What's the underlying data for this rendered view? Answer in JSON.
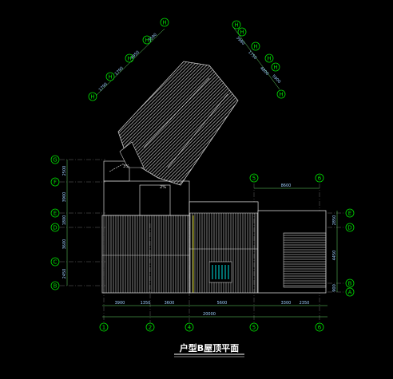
{
  "drawing": {
    "title": "户型B屋顶平面",
    "notes": {
      "slope_upper": "3%",
      "slope_lower": "2%"
    }
  },
  "axes": {
    "bottom": [
      "1",
      "2",
      "4",
      "5",
      "6"
    ],
    "left": [
      "G",
      "F",
      "E",
      "D",
      "C",
      "B"
    ],
    "right": [
      "E",
      "D",
      "B",
      "A"
    ],
    "top_right_stair": [
      "5",
      "6"
    ],
    "diag_left": [
      "H",
      "H",
      "H",
      "H",
      "H"
    ],
    "diag_right": [
      "H",
      "H",
      "H",
      "H",
      "H",
      "H"
    ]
  },
  "dims": {
    "bottom_segments": [
      "3900",
      "1350",
      "3600",
      "5600",
      "3300",
      "2350"
    ],
    "bottom_total": "20000",
    "left_segments": [
      "2500",
      "3900",
      "1800",
      "3600",
      "2450"
    ],
    "right_segments": [
      "2850",
      "4450",
      "900"
    ],
    "top_right": "8600",
    "diag_left": [
      "1790",
      "1790",
      "4950",
      "3590"
    ],
    "diag_right": [
      "3980",
      "1750",
      "4800",
      "5900"
    ]
  }
}
